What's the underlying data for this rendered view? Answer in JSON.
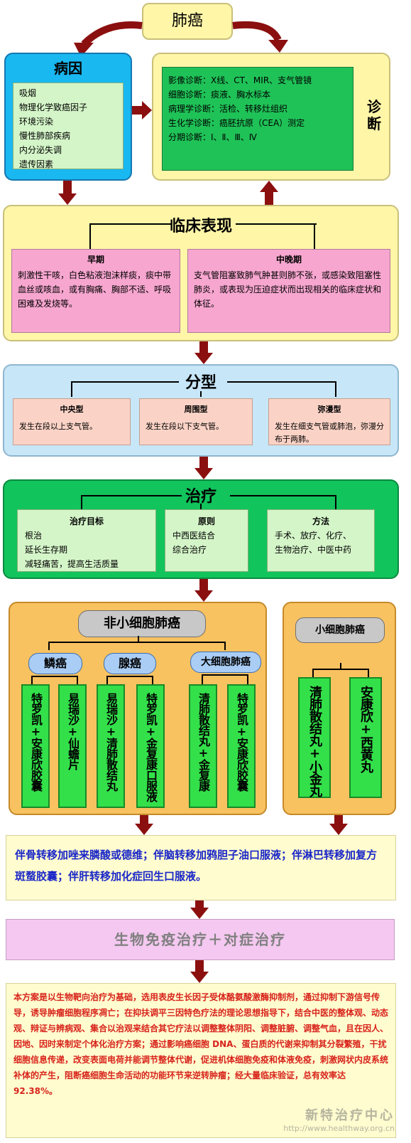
{
  "top_title": "肺癌",
  "etiology": {
    "title": "病因",
    "items": [
      "吸烟",
      "物理化学致癌因子",
      "环境污染",
      "慢性肺部疾病",
      "内分泌失调",
      "遗传因素"
    ]
  },
  "diagnosis": {
    "side_label": "诊断",
    "items": [
      "影像诊断：X线、CT、MIR、支气管镜",
      "细胞诊断：痰液、胸水标本",
      "病理学诊断：活检、转移灶组织",
      "生化学诊断：癌胚抗原（CEA）测定",
      "分期诊断：Ⅰ、Ⅱ、Ⅲ、Ⅳ"
    ]
  },
  "clinical": {
    "title": "临床表现",
    "early": {
      "head": "早期",
      "text": "刺激性干咳，白色粘液泡沫样痰，痰中带血丝或咳血，或有胸痛、胸部不适、呼吸困难及发烧等。"
    },
    "late": {
      "head": "中晚期",
      "text": "支气管阻塞致肺气肿甚则肺不张，或感染致阻塞性肺炎，或表现为压迫症状而出现相关的临床症状和体征。"
    }
  },
  "types": {
    "title": "分型",
    "central": {
      "head": "中央型",
      "text": "发生在段以上支气管。"
    },
    "peripheral": {
      "head": "周围型",
      "text": "发生在段以下支气管。"
    },
    "diffuse": {
      "head": "弥漫型",
      "text": "发生在细支气管或肺泡，弥漫分布于两肺。"
    }
  },
  "treatment": {
    "title": "治疗",
    "goal": {
      "head": "治疗目标",
      "items": [
        "根治",
        "延长生存期",
        "减轻痛苦，提高生活质量"
      ]
    },
    "principle": {
      "head": "原则",
      "items": [
        "中西医结合",
        "综合治疗"
      ]
    },
    "method": {
      "head": "方法",
      "items": [
        "手术、放疗、化疗、",
        "生物治疗、中医中药"
      ]
    }
  },
  "nsclc": {
    "title": "非小细胞肺癌",
    "squamous": "鳞癌",
    "adeno": "腺癌",
    "large": "大细胞肺癌",
    "cols": [
      "特罗凯+安康欣胶囊",
      "易瑞沙+仙蟾片",
      "易瑞沙+清肺散结丸",
      "特罗凯+金复康口服液",
      "清肺散结丸+金复康",
      "特罗凯+安康欣胶囊"
    ]
  },
  "sclc": {
    "title": "小细胞肺癌",
    "cols": [
      "清肺散结丸+小金丸",
      "安康欣+西黄丸"
    ]
  },
  "metastasis": "伴骨转移加唑来膦酸或德维；伴脑转移加鸦胆子油口服液；伴淋巴转移加复方斑蝥胶囊；伴肝转移加化症回生口服液。",
  "bio_title": "生物免疫治疗＋对症治疗",
  "summary": "本方案是以生物靶向治疗为基础，选用表皮生长因子受体酪氨酸激酶抑制剂，通过抑制下游信号传导，诱导肿瘤细胞程序凋亡；在抑扶调平三因特色疗法的理论思想指导下，结合中医的整体观、动态观、辩证与辨病观、集合以治观来结合其它疗法以调整整体阴阳、调整脏腑、调整气血，且在因人、因地、因时来制定个体化治疗方案；通过影响癌细胞 DNA、蛋白质的代谢来抑制其分裂繁殖，干扰细胞信息传递，改变表面电荷并能调节整体代谢，促进机体细胞免疫和体液免疫，刺激网状内皮系统补体的产生，阻断癌细胞生命活动的功能环节来逆转肿瘤；经大量临床验证，总有效率达 92.38%。",
  "watermark": {
    "name": "新特治疗中心",
    "url": "http://www.healthway.org.cn"
  }
}
